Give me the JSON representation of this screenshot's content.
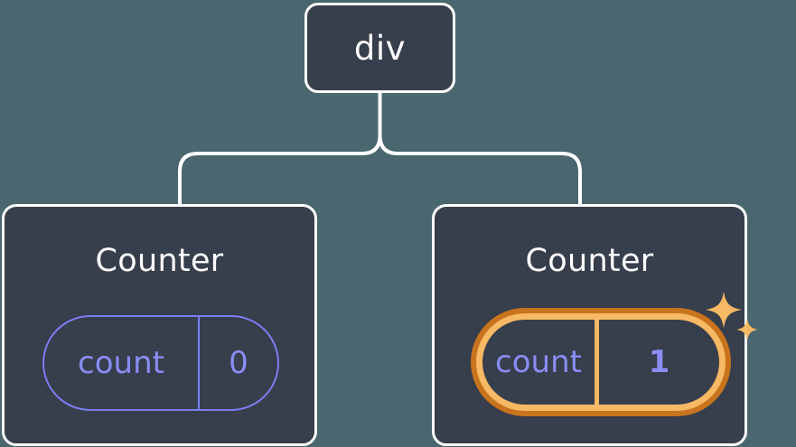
{
  "diagram": {
    "type": "component-tree",
    "background_color": "#4a666f",
    "node_fill_color": "#373e4c",
    "node_border_color": "#ffffff",
    "edge_color": "#ffffff",
    "accent_purple": "#8a8df4",
    "highlight_outer_color": "#c8731e",
    "highlight_inner_color": "#f7b963",
    "root": {
      "label": "div"
    },
    "children": [
      {
        "label": "Counter",
        "highlighted": false,
        "state": {
          "key": "count",
          "value": "0"
        }
      },
      {
        "label": "Counter",
        "highlighted": true,
        "sparkle_count": 2,
        "state": {
          "key": "count",
          "value": "1"
        }
      }
    ]
  }
}
